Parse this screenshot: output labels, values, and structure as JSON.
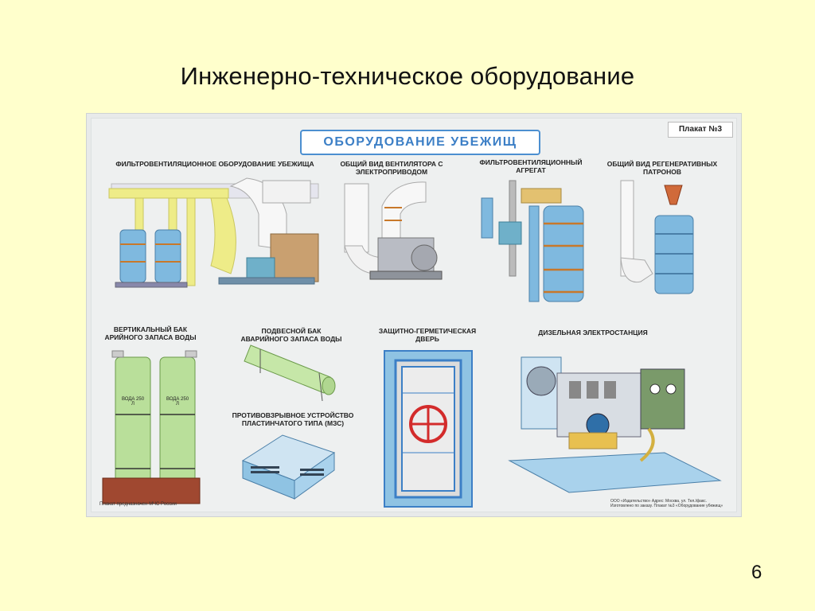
{
  "slide": {
    "title": "Инженерно-техническое оборудование",
    "number": "6"
  },
  "poster": {
    "heading": "ОБОРУДОВАНИЕ УБЕЖИЩ",
    "tag": "Плакат №3",
    "sections": {
      "filter_ventilation": "ФИЛЬТРОВЕНТИЛЯЦИОННОЕ ОБОРУДОВАНИЕ УБЕЖИЩА",
      "fan_overview": "ОБЩИЙ ВИД ВЕНТИЛЯТОРА С ЭЛЕКТРОПРИВОДОМ",
      "filter_unit": "ФИЛЬТРОВЕНТИЛЯЦИОННЫЙ АГРЕГАТ",
      "regen_cartridges": "ОБЩИЙ ВИД РЕГЕНЕРАТИВНЫХ ПАТРОНОВ",
      "vertical_tank": "ВЕРТИКАЛЬНЫЙ БАК АРИЙНОГО ЗАПАСА ВОДЫ",
      "hanging_tank": "ПОДВЕСНОЙ БАК АВАРИЙНОГО ЗАПАСА ВОДЫ",
      "hermetic_door": "ЗАЩИТНО-ГЕРМЕТИЧЕСКАЯ ДВЕРЬ",
      "diesel_station": "ДИЗЕЛЬНАЯ ЭЛЕКТРОСТАНЦИЯ",
      "blast_device": "ПРОТИВОВЗРЫВНОЕ УСТРОЙСТВО ПЛАСТИНЧАТОГО ТИПА (МЗС)"
    },
    "tank_labels": [
      "ВОДА 250 Л",
      "ВОДА 250 Л"
    ],
    "footer_left": "Плакат предназначен МЧС России",
    "footer_right": "ООО «Издательство» Адрес: Москва, ул. Тел./факс. Изготовлено по заказу. Плакат №3 «Оборудование убежищ»"
  },
  "colors": {
    "background": "#ffffcc",
    "poster_bg": "#eef0f0",
    "accent_blue": "#4c8fd0",
    "tank_blue": "#7fb9df",
    "pipe_yellow": "#eeec88",
    "tank_green": "#b9df9a",
    "door_red": "#d32b2b",
    "copper": "#c8782a"
  }
}
